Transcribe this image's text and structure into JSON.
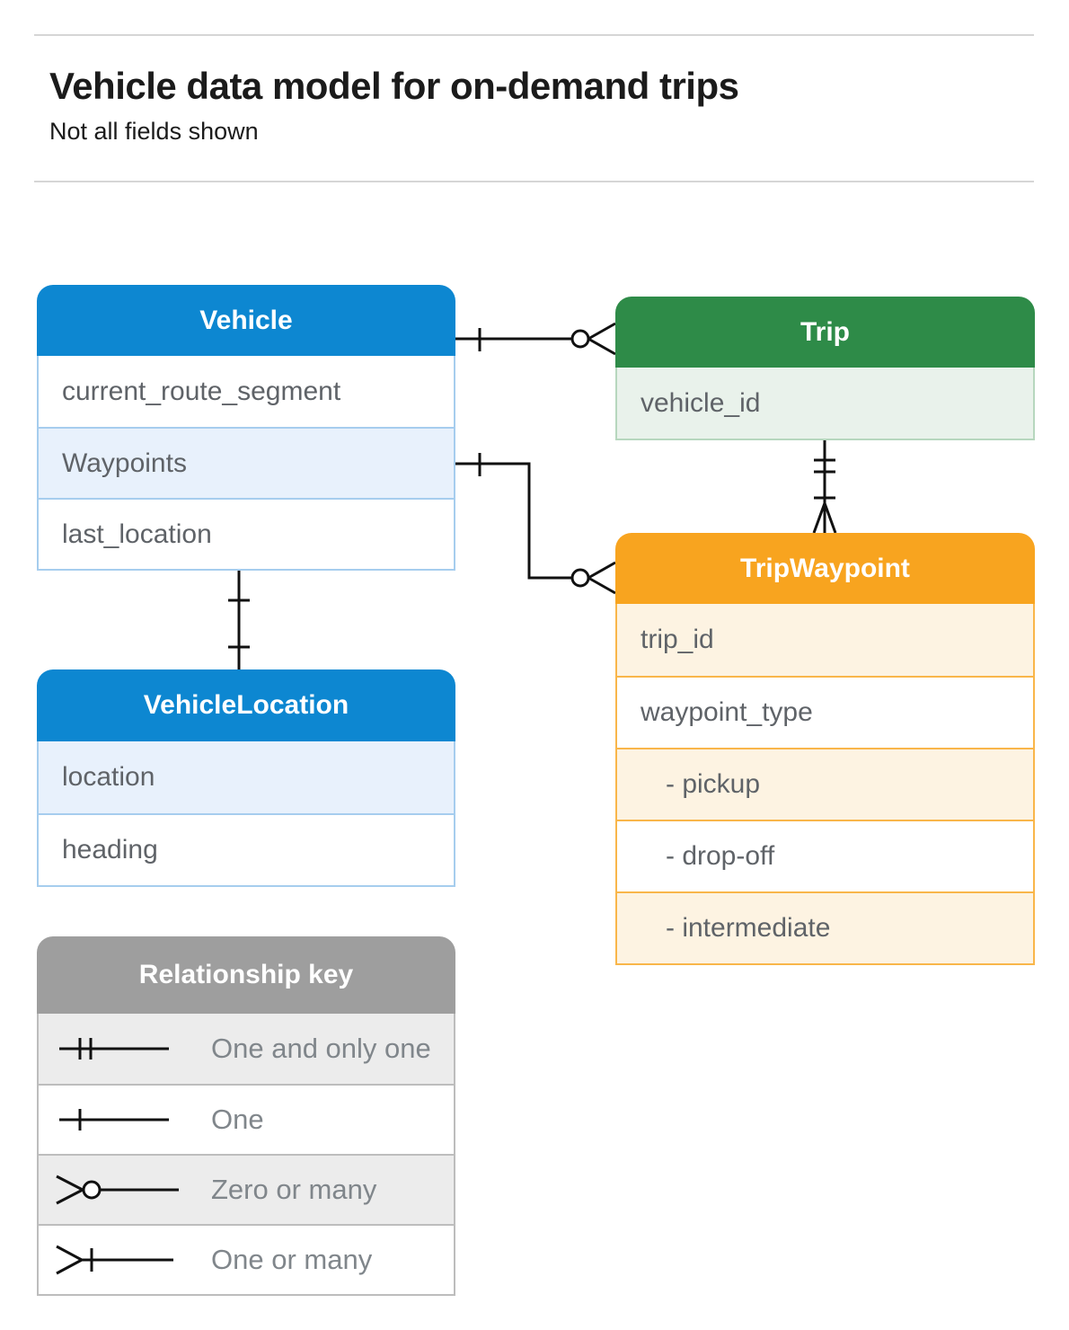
{
  "page": {
    "title": "Vehicle data model for on-demand trips",
    "subtitle": "Not all fields shown"
  },
  "colors": {
    "blue": "#0d87d1",
    "blue_border": "#a6cdee",
    "blue_row_fill": "#e8f1fc",
    "green": "#2e8b48",
    "green_border": "#b7d7be",
    "green_row_fill": "#e9f2eb",
    "orange": "#f8a41f",
    "orange_border": "#f9b64a",
    "orange_row_fill": "#fdf3e2",
    "gray": "#9e9e9e",
    "gray_border": "#bdbdbd",
    "gray_row_fill": "#ececec",
    "row_text": "#5f6368",
    "legend_text": "#80868b",
    "title_text": "#1b1b1b",
    "divider": "#d6d6d6",
    "connector": "#111111"
  },
  "entities": {
    "vehicle": {
      "name": "Vehicle",
      "rows": [
        {
          "label": "current_route_segment"
        },
        {
          "label": "Waypoints"
        },
        {
          "label": "last_location"
        }
      ]
    },
    "trip": {
      "name": "Trip",
      "rows": [
        {
          "label": "vehicle_id"
        }
      ]
    },
    "trip_waypoint": {
      "name": "TripWaypoint",
      "rows": [
        {
          "label": "trip_id"
        },
        {
          "label": "waypoint_type"
        },
        {
          "label": "- pickup"
        },
        {
          "label": "- drop-off"
        },
        {
          "label": "- intermediate"
        }
      ]
    },
    "vehicle_location": {
      "name": "VehicleLocation",
      "rows": [
        {
          "label": "location"
        },
        {
          "label": "heading"
        }
      ]
    }
  },
  "legend": {
    "title": "Relationship key",
    "items": [
      {
        "symbol": "one-and-only-one",
        "label": "One and only one"
      },
      {
        "symbol": "one",
        "label": "One"
      },
      {
        "symbol": "zero-or-many",
        "label": "Zero or many"
      },
      {
        "symbol": "one-or-many",
        "label": "One or many"
      }
    ]
  },
  "relationships": [
    {
      "from": "Vehicle",
      "to": "Trip",
      "from_cardinality": "one",
      "to_cardinality": "zero-or-many"
    },
    {
      "from": "Vehicle.Waypoints",
      "to": "TripWaypoint",
      "from_cardinality": "one",
      "to_cardinality": "zero-or-many"
    },
    {
      "from": "Trip",
      "to": "TripWaypoint",
      "from_cardinality": "one-and-only-one",
      "to_cardinality": "one-or-many"
    },
    {
      "from": "Vehicle",
      "to": "VehicleLocation",
      "from_cardinality": "one",
      "to_cardinality": "one"
    }
  ]
}
